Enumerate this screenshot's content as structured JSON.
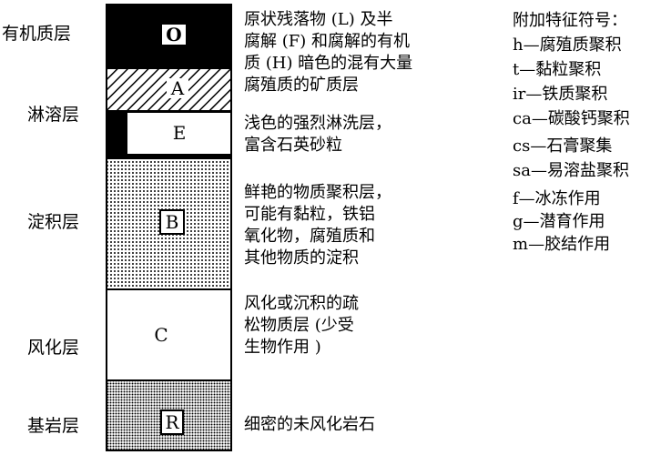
{
  "zones": [
    {
      "label": "有机质层"
    },
    {
      "label": "淋溶层"
    },
    {
      "label": "淀积层"
    },
    {
      "label": "风化层"
    },
    {
      "label": "基岩层"
    }
  ],
  "layers": {
    "O": "O",
    "A": "A",
    "E": "E",
    "B": "B",
    "C": "C",
    "R": "R"
  },
  "descriptions": {
    "oa": [
      "原状残落物 (L) 及半",
      "腐解 (F) 和腐解的有机",
      "质 (H) 暗色的混有大量",
      "腐殖质的矿质层"
    ],
    "e": [
      "浅色的强烈淋洗层，",
      "富含石英砂粒"
    ],
    "b": [
      "鲜艳的物质聚积层，",
      "可能有黏粒，铁铝",
      "氧化物，腐殖质和",
      "其他物质的淀积"
    ],
    "c": [
      "风化或沉积的疏",
      "松物质层 (少受",
      "生物作用 )"
    ],
    "r": [
      "细密的未风化岩石"
    ]
  },
  "legend": {
    "title": "附加特征符号：",
    "items": [
      "h—腐殖质聚积",
      "t—黏粒聚积",
      "ir—铁质聚积",
      "ca—碳酸钙聚积",
      "cs—石膏聚集",
      "sa—易溶盐聚积",
      "f—冰冻作用",
      "g—潜育作用",
      "m—胶结作用"
    ]
  }
}
